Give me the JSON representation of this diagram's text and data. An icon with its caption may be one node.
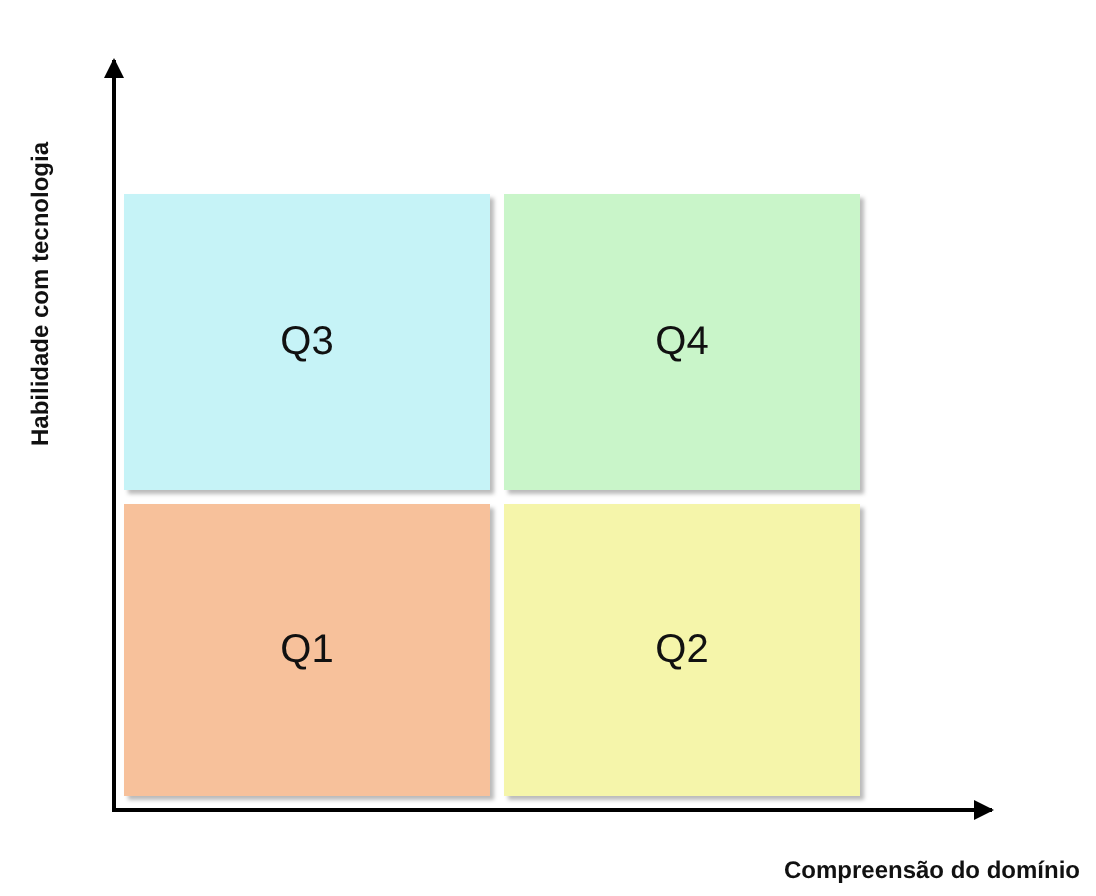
{
  "diagram": {
    "nodes": [
      {
        "text": [
          "Q3"
        ]
      },
      {
        "text": [
          "Q4"
        ]
      },
      {
        "text": [
          "Q1"
        ]
      },
      {
        "text": [
          "Q2"
        ]
      }
    ],
    "labels": [
      "Habilidade com tecnologia",
      "Compreensão do domínio"
    ]
  }
}
